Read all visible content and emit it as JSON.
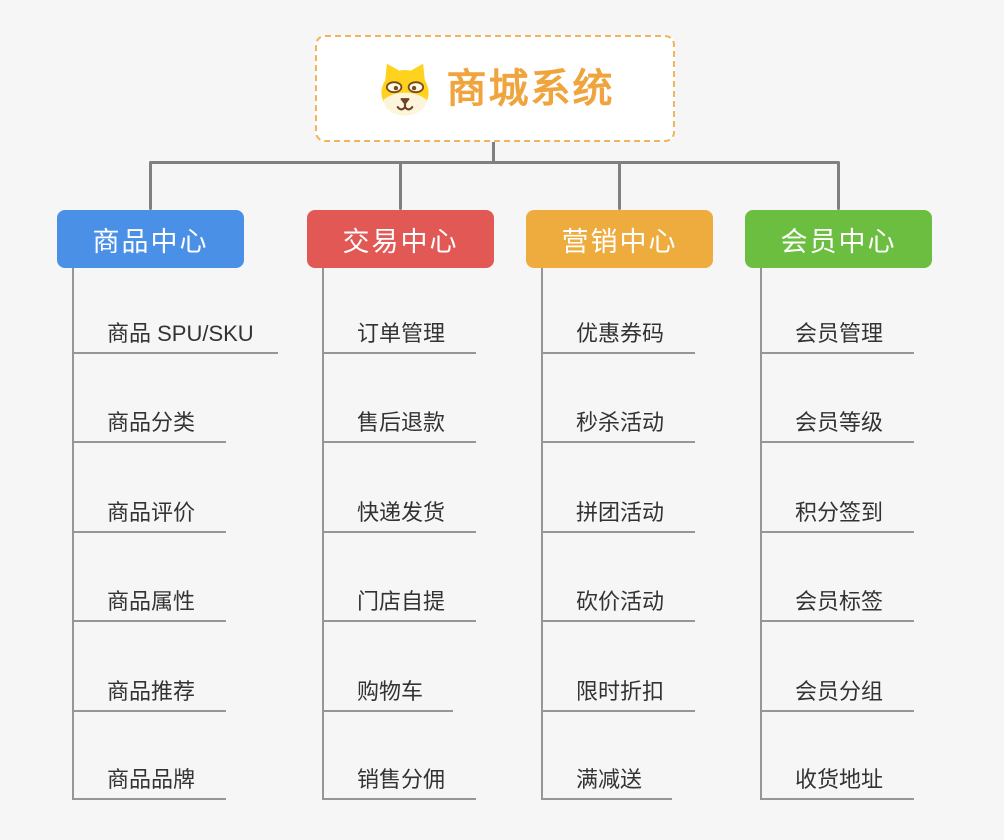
{
  "root": {
    "title": "商城系统",
    "icon": "shiba-dog-icon",
    "border_color": "#f2b45a",
    "title_color": "#f0a43e"
  },
  "connector_color": "#808080",
  "branches": [
    {
      "label": "商品中心",
      "color": "#4a90e6",
      "items": [
        "商品 SPU/SKU",
        "商品分类",
        "商品评价",
        "商品属性",
        "商品推荐",
        "商品品牌"
      ]
    },
    {
      "label": "交易中心",
      "color": "#e25855",
      "items": [
        "订单管理",
        "售后退款",
        "快递发货",
        "门店自提",
        "购物车",
        "销售分佣"
      ]
    },
    {
      "label": "营销中心",
      "color": "#eeac3e",
      "items": [
        "优惠券码",
        "秒杀活动",
        "拼团活动",
        "砍价活动",
        "限时折扣",
        "满减送"
      ]
    },
    {
      "label": "会员中心",
      "color": "#6cbe40",
      "items": [
        "会员管理",
        "会员等级",
        "积分签到",
        "会员标签",
        "会员分组",
        "收货地址"
      ]
    }
  ]
}
